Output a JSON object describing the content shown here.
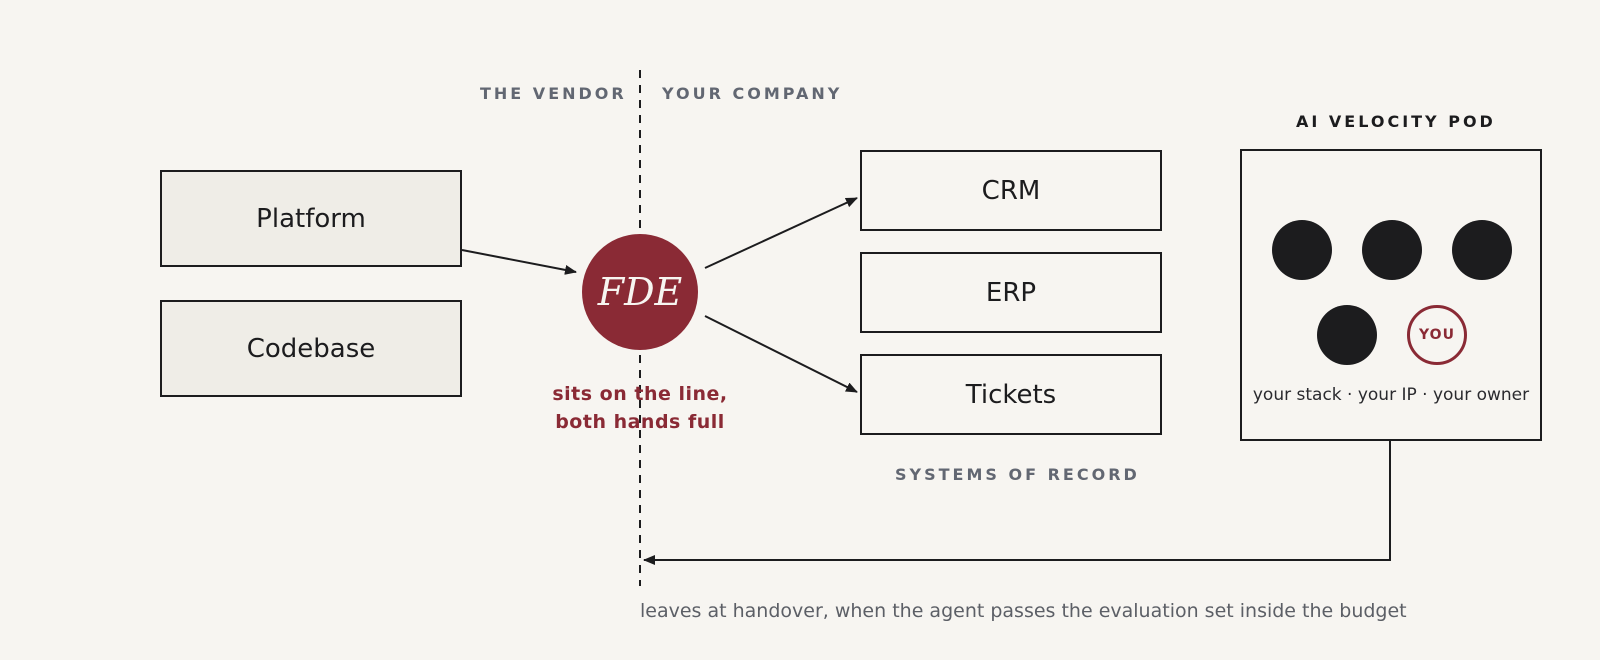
{
  "labels": {
    "vendor": "THE VENDOR",
    "company": "YOUR COMPANY",
    "pod_title": "AI VELOCITY POD",
    "systems": "SYSTEMS OF RECORD"
  },
  "left_boxes": [
    "Platform",
    "Codebase"
  ],
  "fde": {
    "label": "FDE",
    "caption_line1": "sits on the line,",
    "caption_line2": "both hands full"
  },
  "systems": [
    "CRM",
    "ERP",
    "Tickets"
  ],
  "pod": {
    "you_label": "YOU",
    "caption": "your stack · your IP · your owner"
  },
  "footer": "leaves at handover, when the agent passes the evaluation set inside the budget",
  "colors": {
    "background": "#f7f5f1",
    "accent": "#8a2a35",
    "ink": "#1c1c1e",
    "muted": "#626772",
    "box_fill": "#efede7"
  }
}
